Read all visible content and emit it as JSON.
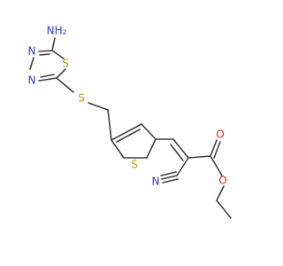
{
  "molecule": {
    "atoms": [
      {
        "id": "NH2",
        "label": "NH₂",
        "role": "amine",
        "color": "#2a3bd6"
      },
      {
        "id": "N1",
        "label": "N",
        "role": "ring-nitrogen",
        "color": "#2a3bd6"
      },
      {
        "id": "N2",
        "label": "N",
        "role": "ring-nitrogen",
        "color": "#2a3bd6"
      },
      {
        "id": "S1",
        "label": "S",
        "role": "ring-sulfur",
        "color": "#b8a200"
      },
      {
        "id": "S2",
        "label": "S",
        "role": "thioether-sulfur",
        "color": "#b8a200"
      },
      {
        "id": "S3",
        "label": "S",
        "role": "thiophene-sulfur",
        "color": "#b8a200"
      },
      {
        "id": "N3",
        "label": "N",
        "role": "nitrile-nitrogen",
        "color": "#2a3bd6"
      },
      {
        "id": "O1",
        "label": "O",
        "role": "carbonyl-oxygen",
        "color": "#e0241a"
      },
      {
        "id": "O2",
        "label": "O",
        "role": "ester-oxygen",
        "color": "#e0241a"
      }
    ],
    "bond_color": "#404040"
  }
}
